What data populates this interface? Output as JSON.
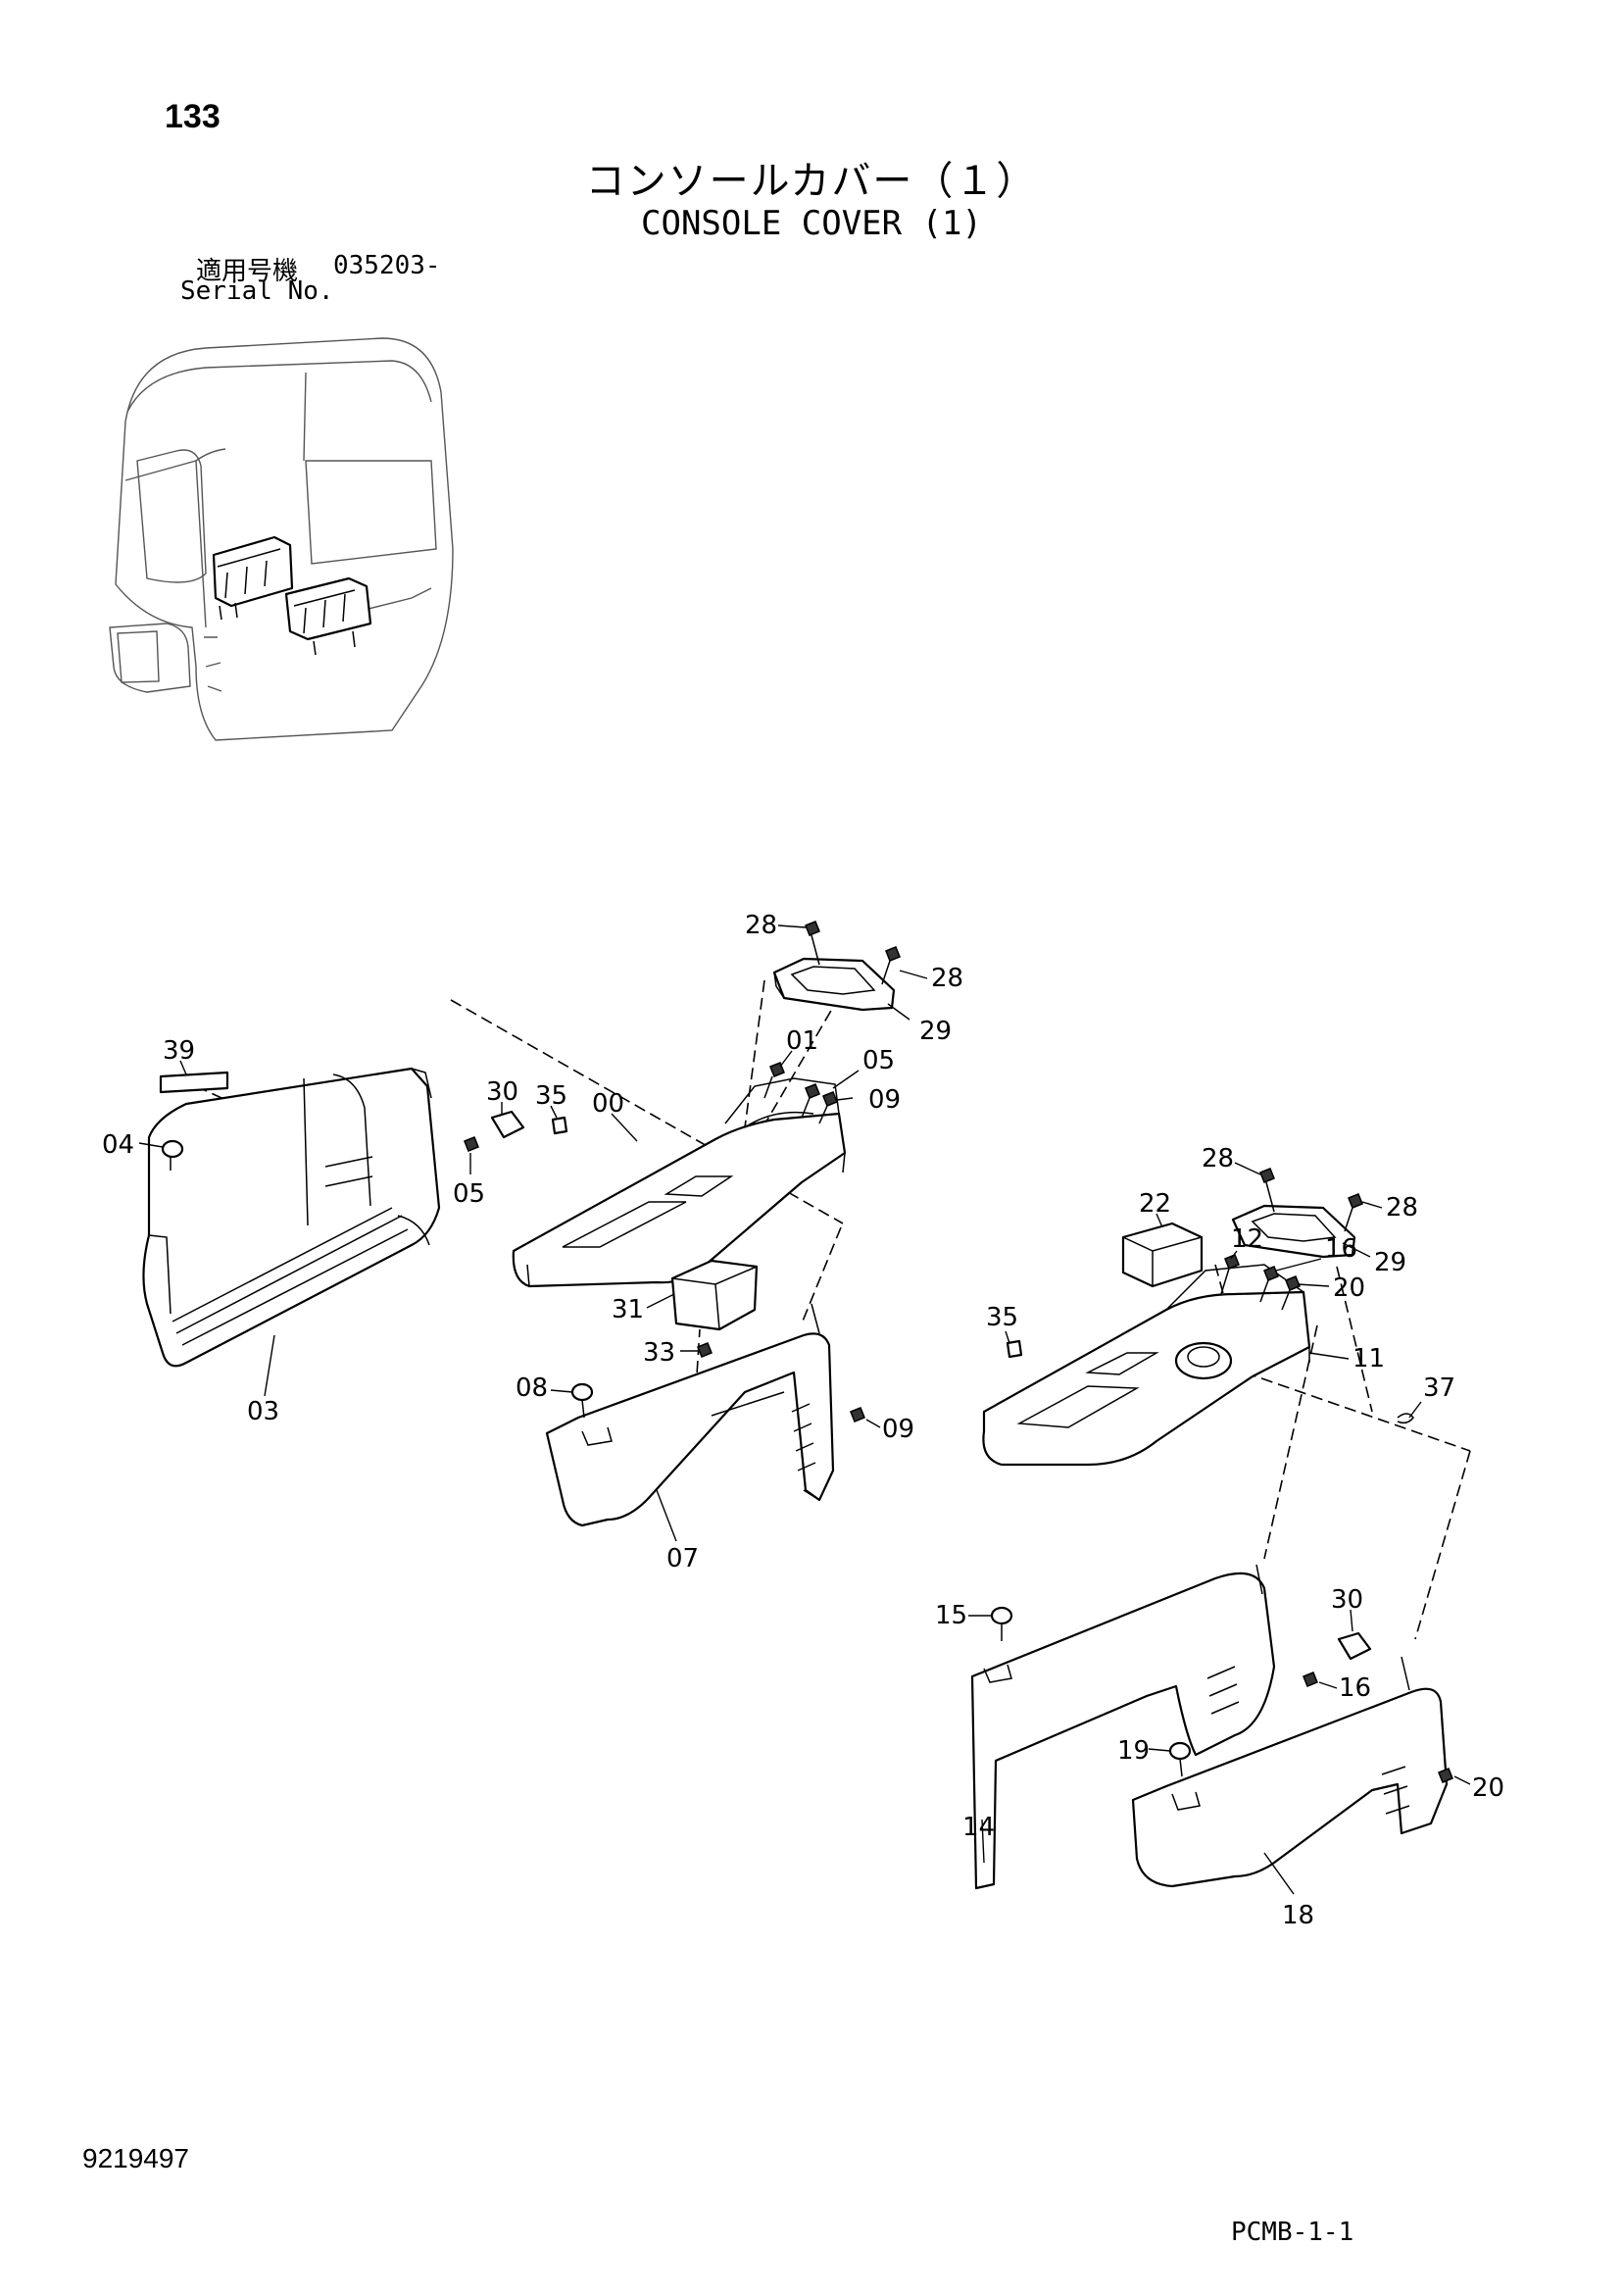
{
  "header": {
    "page_number": "133",
    "title_ja": "コンソールカバー（１）",
    "title_en": "CONSOLE COVER (1)",
    "serial_label_ja": "適用号機",
    "serial_value": "035203-",
    "serial_label_en": "Serial No."
  },
  "footer": {
    "doc_number": "9219497",
    "page_code": "PCMB-1-1"
  },
  "callouts": [
    {
      "id": "c-28a",
      "label": "28"
    },
    {
      "id": "c-28b",
      "label": "28"
    },
    {
      "id": "c-29a",
      "label": "29"
    },
    {
      "id": "c-01",
      "label": "01"
    },
    {
      "id": "c-05a",
      "label": "05"
    },
    {
      "id": "c-09a",
      "label": "09"
    },
    {
      "id": "c-39",
      "label": "39"
    },
    {
      "id": "c-04",
      "label": "04"
    },
    {
      "id": "c-30a",
      "label": "30"
    },
    {
      "id": "c-35a",
      "label": "35"
    },
    {
      "id": "c-00",
      "label": "00"
    },
    {
      "id": "c-05b",
      "label": "05"
    },
    {
      "id": "c-31",
      "label": "31"
    },
    {
      "id": "c-33",
      "label": "33"
    },
    {
      "id": "c-03",
      "label": "03"
    },
    {
      "id": "c-08",
      "label": "08"
    },
    {
      "id": "c-09b",
      "label": "09"
    },
    {
      "id": "c-07",
      "label": "07"
    },
    {
      "id": "c-28c",
      "label": "28"
    },
    {
      "id": "c-28d",
      "label": "28"
    },
    {
      "id": "c-29b",
      "label": "29"
    },
    {
      "id": "c-22",
      "label": "22"
    },
    {
      "id": "c-12",
      "label": "12"
    },
    {
      "id": "c-16a",
      "label": "16"
    },
    {
      "id": "c-20a",
      "label": "20"
    },
    {
      "id": "c-35b",
      "label": "35"
    },
    {
      "id": "c-11",
      "label": "11"
    },
    {
      "id": "c-37",
      "label": "37"
    },
    {
      "id": "c-15",
      "label": "15"
    },
    {
      "id": "c-30b",
      "label": "30"
    },
    {
      "id": "c-16b",
      "label": "16"
    },
    {
      "id": "c-19",
      "label": "19"
    },
    {
      "id": "c-20b",
      "label": "20"
    },
    {
      "id": "c-14",
      "label": "14"
    },
    {
      "id": "c-18",
      "label": "18"
    }
  ]
}
